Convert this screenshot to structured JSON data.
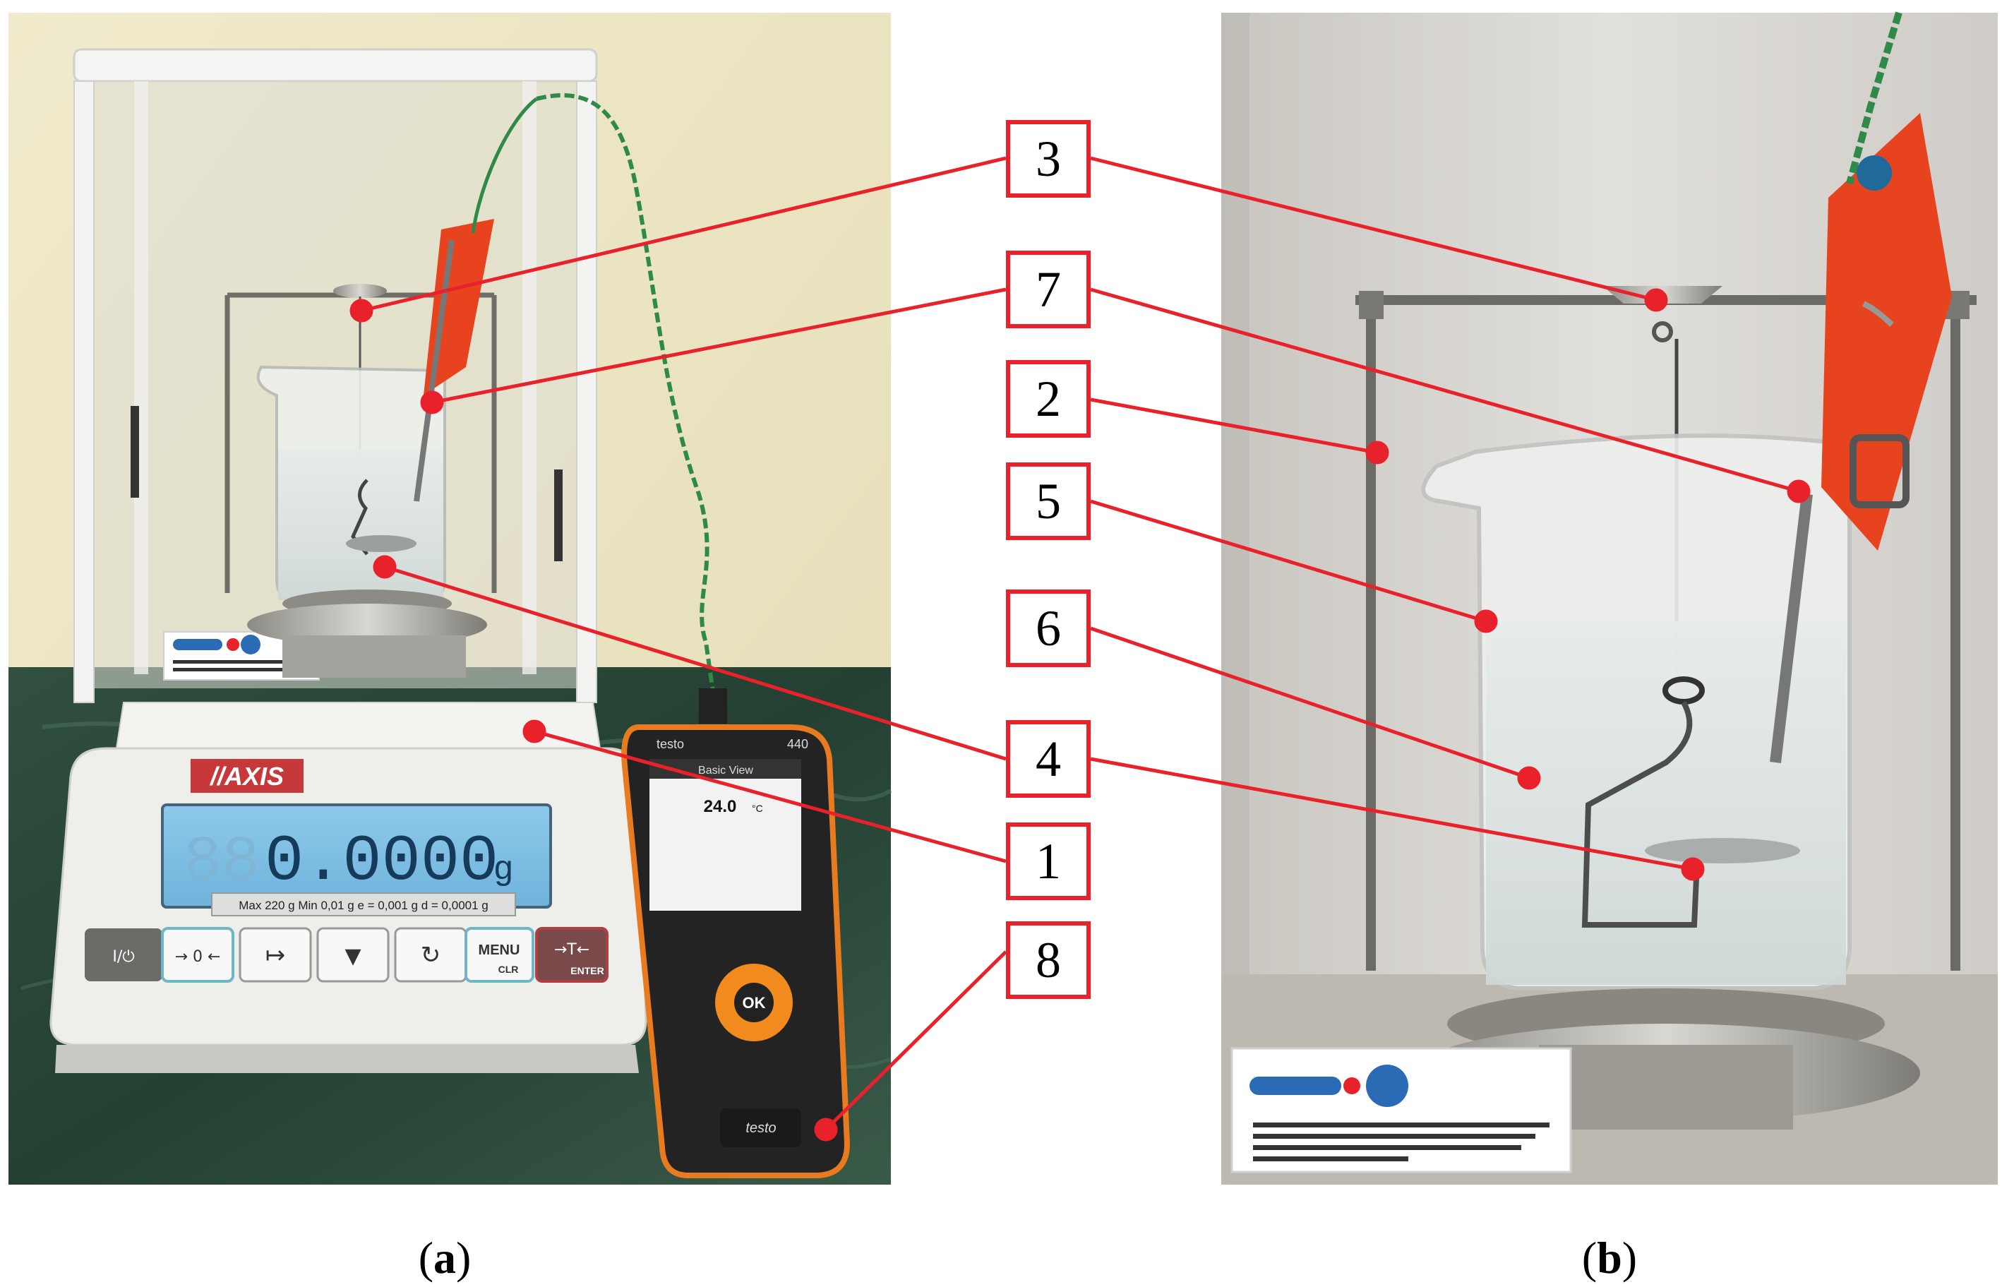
{
  "figure": {
    "panels": [
      {
        "caption_open": "(",
        "caption_letter": "a",
        "caption_close": ")"
      },
      {
        "caption_open": "(",
        "caption_letter": "b",
        "caption_close": ")"
      }
    ],
    "callouts": [
      "3",
      "7",
      "2",
      "5",
      "6",
      "4",
      "1",
      "8"
    ],
    "balance": {
      "brand": "//AXIS",
      "display_value": "0.0000",
      "display_ghost": "88",
      "unit": "g",
      "spec_text": "Max 220 g   Min 0,01 g   e = 0,001 g   d = 0,0001 g",
      "buttons": [
        "I/⏻",
        "→ 0 ←",
        "↦",
        "▼",
        "↻",
        "MENU",
        "→T←"
      ],
      "button_sub": [
        "CLR",
        "ENTER"
      ]
    },
    "meter": {
      "brand": "testo",
      "model": "440",
      "screen_title": "Basic View",
      "reading": "24.0",
      "reading_unit": "°C",
      "ok_label": "OK"
    },
    "colors": {
      "callout_red": "#e8212a",
      "wall": "#efe8c9",
      "counter": "#2c4a3a"
    }
  }
}
